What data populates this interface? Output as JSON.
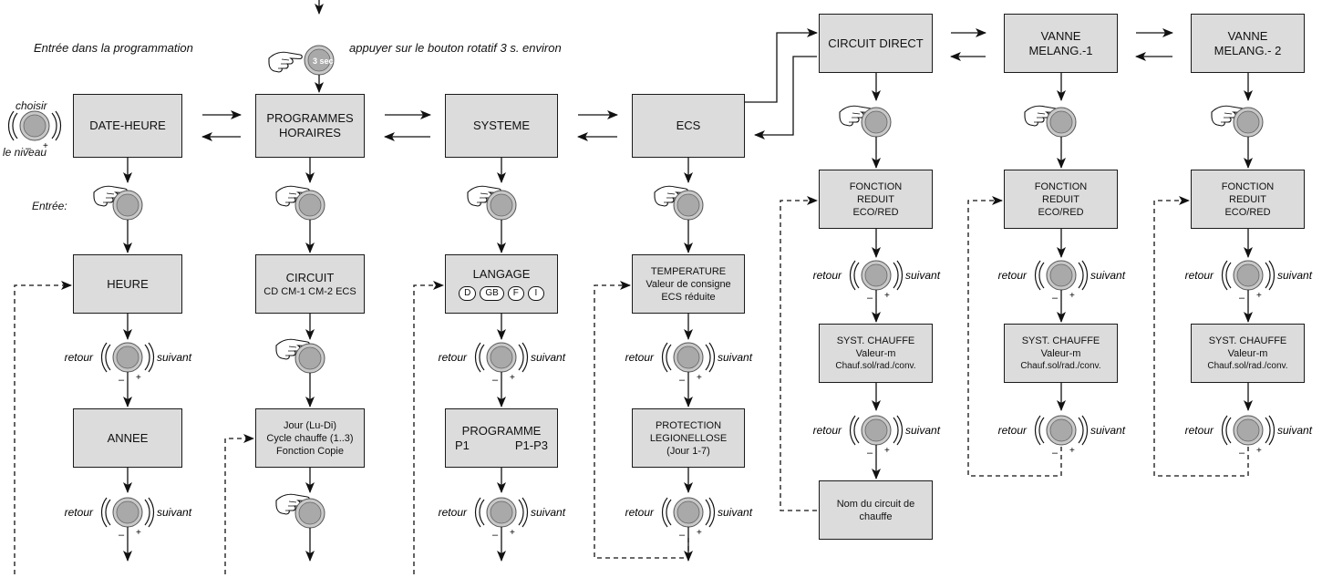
{
  "intro": {
    "entry_label": "Entrée dans la programmation",
    "press_instruction": "appuyer sur le bouton rotatif 3 s. environ",
    "press_badge": "3 sec"
  },
  "side_labels": {
    "choose_top": "choisir",
    "choose_bottom": "le niveau",
    "entry": "Entrée:",
    "back": "retour",
    "next": "suivant"
  },
  "knob_signs": {
    "minus": "–",
    "plus": "+"
  },
  "columns": {
    "date_time": {
      "title": "DATE-HEURE",
      "hour": "HEURE",
      "year": "ANNEE"
    },
    "schedules": {
      "title_line1": "PROGRAMMES",
      "title_line2": "HORAIRES",
      "circuit_title": "CIRCUIT",
      "circuit_options": "CD CM-1 CM-2 ECS",
      "day_line1": "Jour (Lu-Di)",
      "day_line2": "Cycle chauffe (1..3)",
      "day_line3": "Fonction Copie"
    },
    "system": {
      "title": "SYSTEME",
      "language_title": "LANGAGE",
      "languages": [
        "D",
        "GB",
        "F",
        "I"
      ],
      "program_title": "PROGRAMME",
      "program_left": "P1",
      "program_right": "P1-P3"
    },
    "dhw": {
      "title": "ECS",
      "temp_line1": "TEMPERATURE",
      "temp_line2": "Valeur de consigne",
      "temp_line3": "ECS réduite",
      "leg_line1": "PROTECTION",
      "leg_line2": "LEGIONELLOSE",
      "leg_line3": "(Jour 1-7)"
    }
  },
  "circuits": [
    {
      "title_line1": "CIRCUIT DIRECT",
      "title_line2": ""
    },
    {
      "title_line1": "VANNE",
      "title_line2": "MELANG.-1"
    },
    {
      "title_line1": "VANNE",
      "title_line2": "MELANG.- 2"
    }
  ],
  "circuit_common": {
    "reduced_line1": "FONCTION",
    "reduced_line2": "REDUIT",
    "reduced_line3": "ECO/RED",
    "heating_line1": "SYST. CHAUFFE",
    "heating_line2": "Valeur-m",
    "heating_line3": "Chauf.sol/rad./conv."
  },
  "circuit_name": {
    "line1": "Nom du circuit de",
    "line2": "chauffe"
  },
  "colors": {
    "box_fill": "#dcdcdc",
    "knob_center": "#a9a9a9",
    "knob_ring": "#c8c8c8"
  }
}
